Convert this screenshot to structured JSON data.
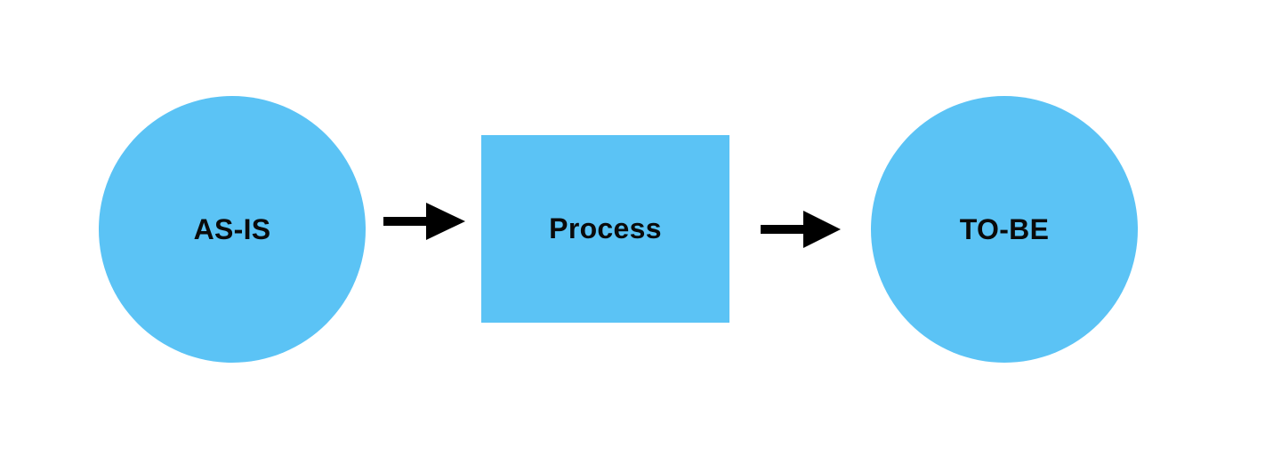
{
  "colors": {
    "node_fill": "#5bc3f5",
    "arrow": "#000000",
    "label": "#0a0a0a",
    "background": "#ffffff"
  },
  "nodes": [
    {
      "id": "as-is",
      "shape": "circle",
      "label": "AS-IS"
    },
    {
      "id": "process",
      "shape": "rectangle",
      "label": "Process"
    },
    {
      "id": "to-be",
      "shape": "circle",
      "label": "TO-BE"
    }
  ],
  "edges": [
    {
      "from": "as-is",
      "to": "process",
      "icon": "arrow-right-icon"
    },
    {
      "from": "process",
      "to": "to-be",
      "icon": "arrow-right-icon"
    }
  ]
}
